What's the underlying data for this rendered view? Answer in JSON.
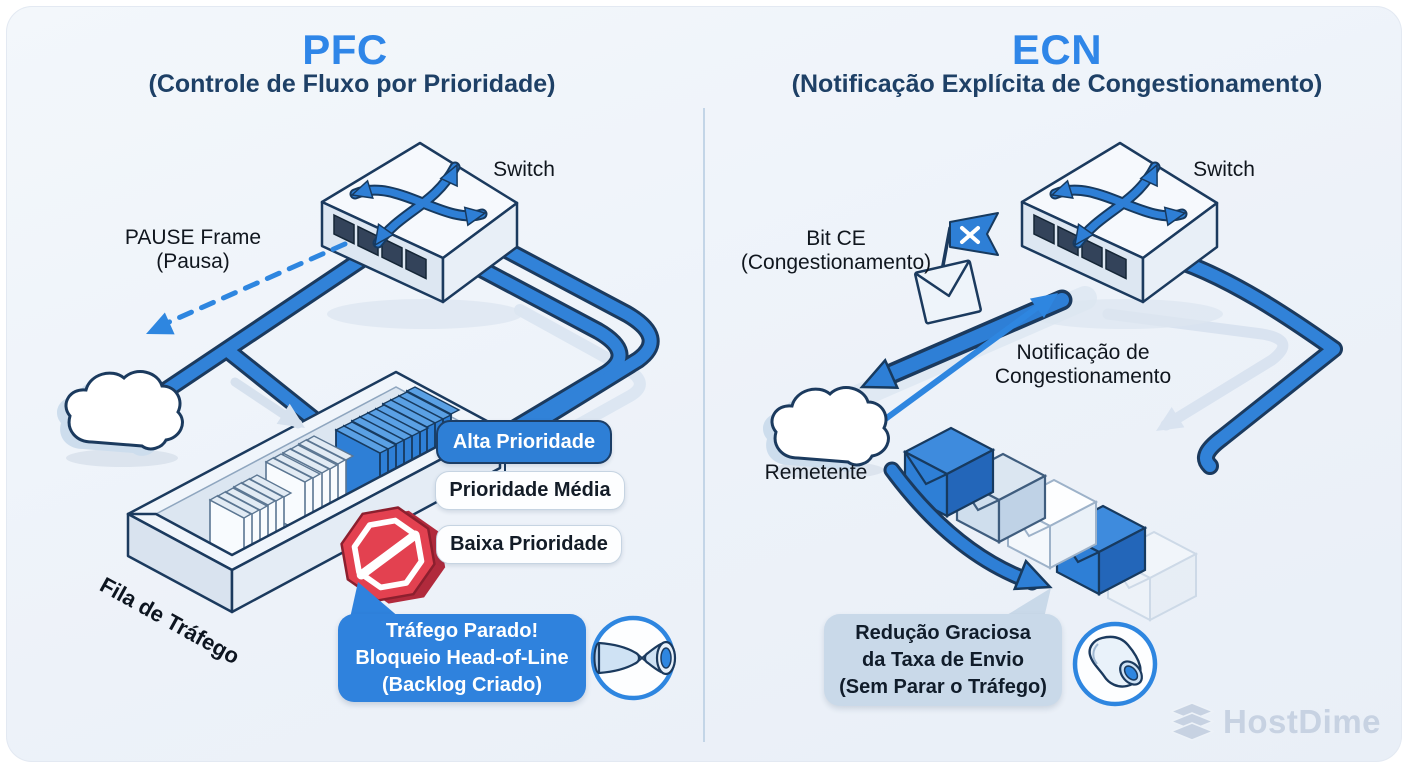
{
  "panels": {
    "left": {
      "title": "PFC",
      "subtitle": "(Controle de Fluxo por Prioridade)",
      "switch_label": "Switch",
      "pause_label": "PAUSE Frame\n(Pausa)",
      "queue_label": "Fila de Tráfego",
      "priorities": [
        {
          "label": "Alta Prioridade",
          "level": "high"
        },
        {
          "label": "Prioridade Média",
          "level": "medium"
        },
        {
          "label": "Baixa Prioridade",
          "level": "low"
        }
      ],
      "callout": "Tráfego Parado!\nBloqueio Head-of-Line\n(Backlog Criado)"
    },
    "right": {
      "title": "ECN",
      "subtitle": "(Notificação Explícita de Congestionamento)",
      "switch_label": "Switch",
      "bit_ce_label": "Bit CE\n(Congestionamento)",
      "notification_label": "Notificação de\nCongestionamento",
      "sender_label": "Remetente",
      "callout": "Redução Graciosa\nda Taxa de Envio\n(Sem Parar o Tráfego)"
    }
  },
  "watermark": {
    "brand": "HostDime"
  },
  "icons": {
    "left_callout": "pinched-pipe",
    "right_callout": "open-pipe",
    "switch": "crossed-arrows-switch",
    "stop": "stop-sign",
    "cloud": "cloud",
    "envelope_flag": "flagged-envelope",
    "watermark_icon": "stacked-layers"
  },
  "colors": {
    "accent": "#2e7fd6",
    "title_blue": "#2f86e8",
    "navy_outline": "#1b3a5e",
    "heading_navy": "#1e4066",
    "stop_red": "#e34150",
    "card_bg": "#edf2f9",
    "callout_light": "#c9d9e9",
    "watermark": "#c7d2e2"
  }
}
